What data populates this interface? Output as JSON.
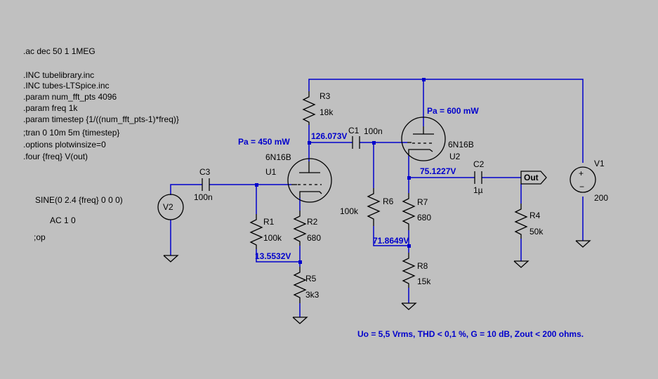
{
  "directives": [
    ".ac dec 50 1 1MEG",
    ".INC tubelibrary.inc",
    ".INC tubes-LTSpice.inc",
    ".param num_fft_pts 4096",
    ".param freq 1k",
    ".param timestep {1/((num_fft_pts-1)*freq)}",
    ";tran 0 10m 5m {timestep}",
    ".options plotwinsize=0",
    ".four {freq} V(out)"
  ],
  "source_v2": {
    "name": "V2",
    "spec": "SINE(0 2.4 {freq} 0 0 0)",
    "ac": "AC 1 0",
    "op": ";op"
  },
  "source_v1": {
    "name": "V1",
    "value": "200"
  },
  "components": {
    "C3": {
      "name": "C3",
      "value": "100n"
    },
    "R1": {
      "name": "R1",
      "value": "100k"
    },
    "R2": {
      "name": "R2",
      "value": "680"
    },
    "R3": {
      "name": "R3",
      "value": "18k"
    },
    "R5": {
      "name": "R5",
      "value": "3k3"
    },
    "C1": {
      "name": "C1",
      "value": "100n"
    },
    "R6": {
      "name": "R6",
      "value": "100k"
    },
    "R7": {
      "name": "R7",
      "value": "680"
    },
    "R8": {
      "name": "R8",
      "value": "15k"
    },
    "C2": {
      "name": "C2",
      "value": "1µ"
    },
    "R4": {
      "name": "R4",
      "value": "50k"
    },
    "U1": {
      "name": "U1",
      "model": "6N16B"
    },
    "U2": {
      "name": "U2",
      "model": "6N16B"
    }
  },
  "annotations": {
    "pa_u1": "Pa = 450 mW",
    "pa_u2": "Pa = 600 mW",
    "v_anode_u1": "126.073V",
    "v_cathode_u1": "13.5532V",
    "v_cathode_u2": "75.1227V",
    "v_grid_u2": "71.8649V"
  },
  "out_label": "Out",
  "summary": "Uo = 5,5 Vrms, THD < 0,1 %, G = 10 dB, Zout < 200 ohms.",
  "colors": {
    "background": "#c0c0c0",
    "wire": "#0000cc",
    "component": "#000000",
    "annotation": "#0000cc"
  }
}
